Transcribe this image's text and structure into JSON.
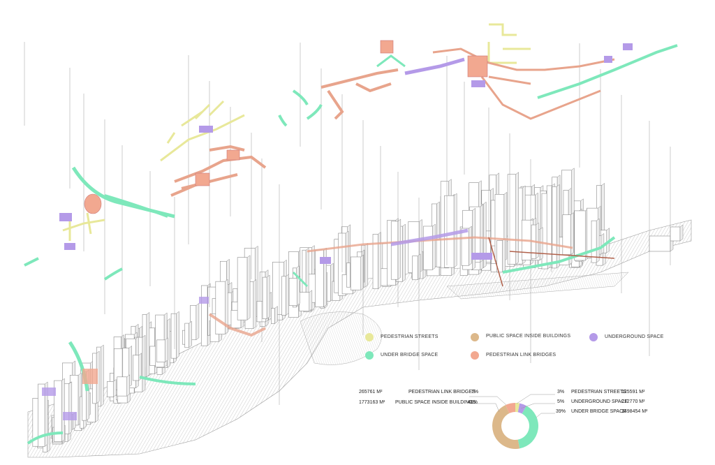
{
  "colors": {
    "pedestrian_streets": "#e8e89a",
    "under_bridge_space": "#7ee8bb",
    "public_space_inside_buildings": "#dcb88a",
    "pedestrian_link_bridges": "#f2a890",
    "underground_space": "#b49ae8",
    "building_line": "#8a8a8a",
    "vertical_leader": "#9a9a9a"
  },
  "legend": {
    "pedestrian_streets": "PEDESTRIAN STREETS",
    "under_bridge_space": "UNDER BRIDGE SPACE",
    "public_space_inside_buildings": "PUBLIC SPACE INSIDE BUILDINGS",
    "pedestrian_link_bridges": "PEDESTRIAN LINK BRIDGES",
    "underground_space": "UNDERGROUND SPACE"
  },
  "stats": {
    "link_bridges": {
      "area": "265761 M²",
      "label": "PEDESTRIAN LINK BRIDGES",
      "pct": "7%"
    },
    "public_space": {
      "area": "1773163 M²",
      "label": "PUBLIC SPACE INSIDE BUILDINGS",
      "pct": "46%"
    },
    "streets": {
      "pct": "3%",
      "label": "PEDESTRIAN STREETS",
      "area": "125591 M²"
    },
    "underground": {
      "pct": "5%",
      "label": "UNDERGROUND SPACE",
      "area": "212770 M²"
    },
    "under_bridge": {
      "pct": "39%",
      "label": "UNDER BRIDGE SPACE",
      "area": "1498454 M²"
    }
  },
  "chart_data": {
    "type": "pie",
    "categories": [
      "PEDESTRIAN STREETS",
      "UNDERGROUND SPACE",
      "UNDER BRIDGE SPACE",
      "PUBLIC SPACE INSIDE BUILDINGS",
      "PEDESTRIAN LINK BRIDGES"
    ],
    "values": [
      3,
      5,
      39,
      46,
      7
    ],
    "areas_m2": [
      125591,
      212770,
      1498454,
      1773163,
      265761
    ],
    "colors": [
      "#e8e89a",
      "#b49ae8",
      "#7ee8bb",
      "#dcb88a",
      "#f2a890"
    ]
  }
}
